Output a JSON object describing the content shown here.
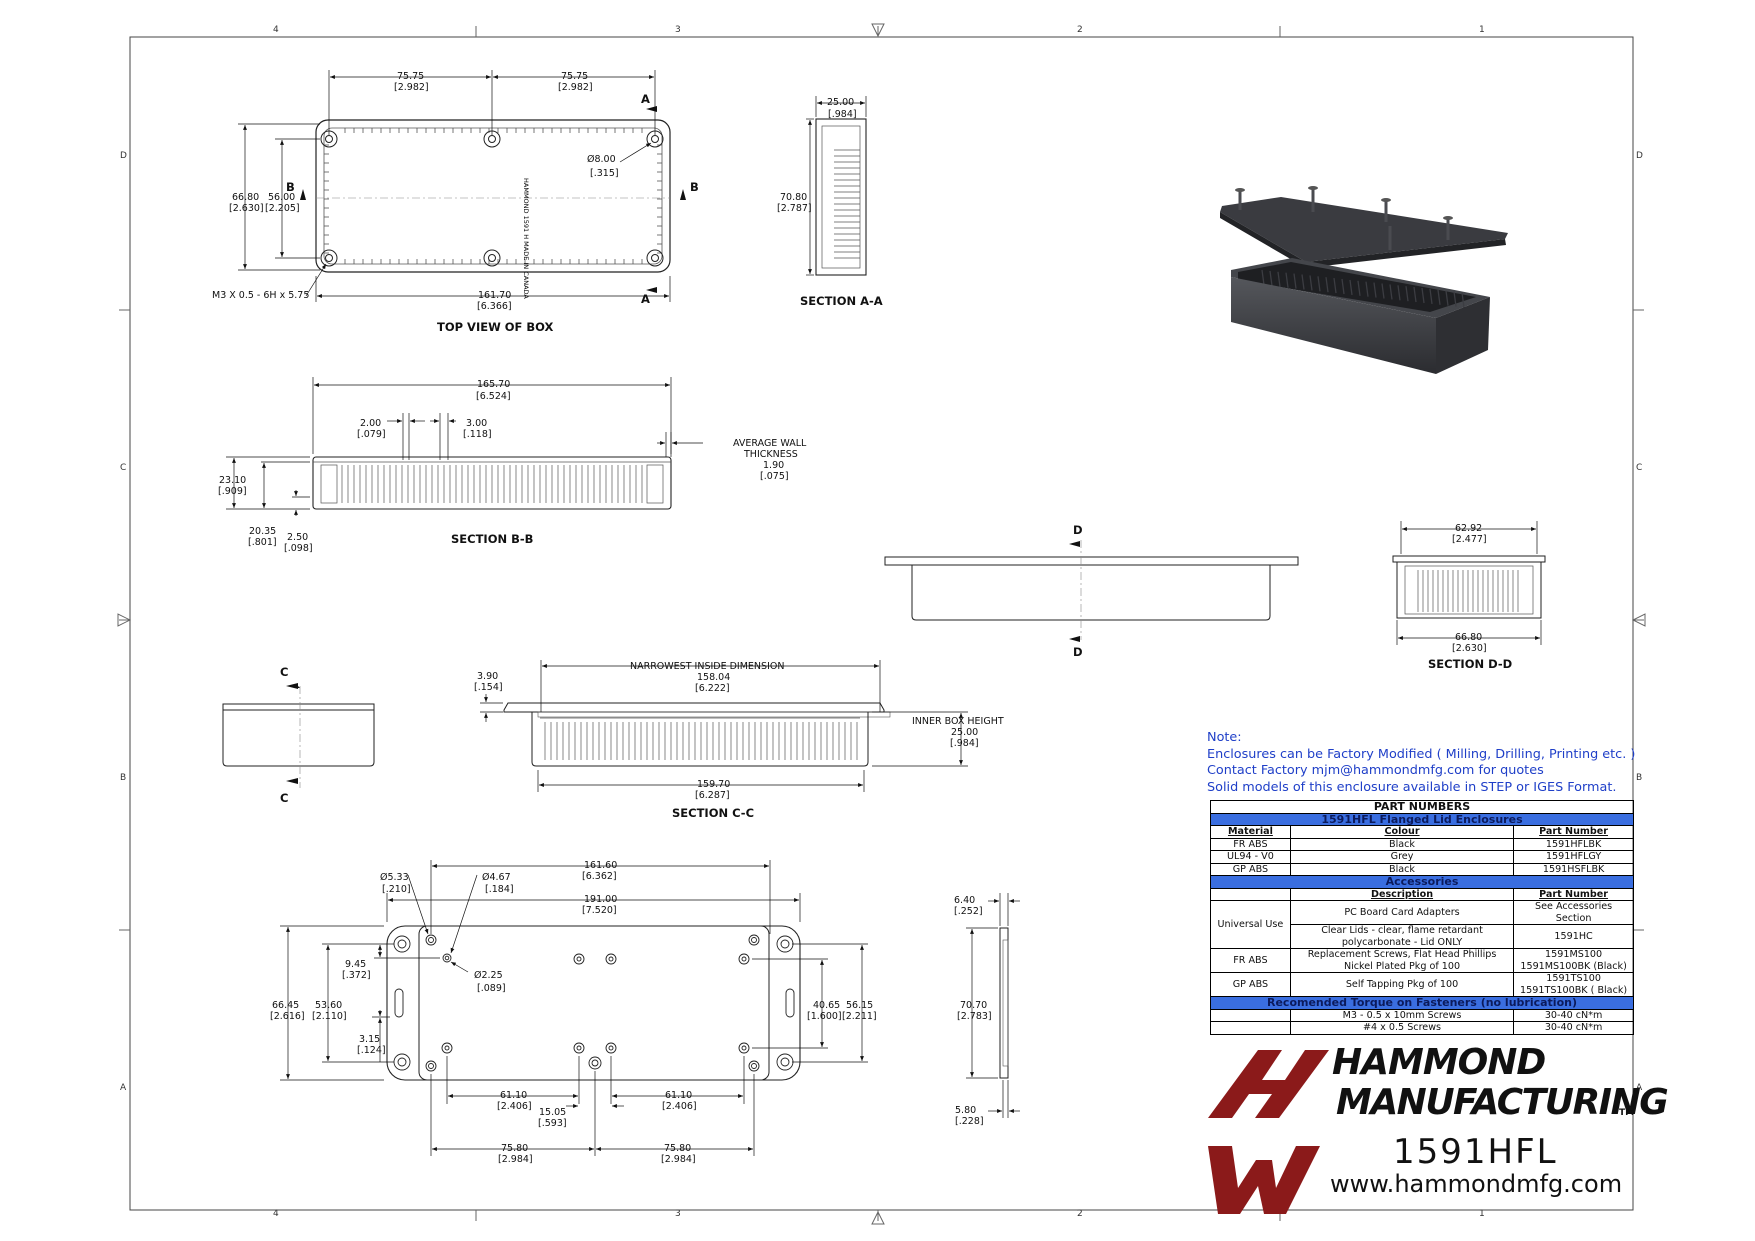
{
  "zones": {
    "top": [
      "4",
      "3",
      "2",
      "1"
    ],
    "side": [
      "D",
      "C",
      "B",
      "A"
    ]
  },
  "views": {
    "top": {
      "title": "TOP VIEW OF BOX",
      "d1": "75.75",
      "d1i": "[2.982]",
      "d2": "75.75",
      "d2i": "[2.982]",
      "d3": "66.80",
      "d3i": "[2.630]",
      "d4": "56.00",
      "d4i": "[2.205]",
      "d5": "Ø8.00",
      "d5i": "[.315]",
      "d6": "161.70",
      "d6i": "[6.366]",
      "thread": "M3 X 0.5 - 6H x 5.75",
      "secA": "A",
      "secB": "B",
      "mold": "HAMMOND 1591 H MADE IN CANADA"
    },
    "aa": {
      "title": "SECTION  A-A",
      "d1": "25.00",
      "d1i": "[.984]",
      "d2": "70.80",
      "d2i": "[2.787]"
    },
    "bb": {
      "title": "SECTION  B-B",
      "d1": "165.70",
      "d1i": "[6.524]",
      "d2": "2.00",
      "d2i": "[.079]",
      "d3": "3.00",
      "d3i": "[.118]",
      "wall1": "AVERAGE WALL",
      "wall2": "THICKNESS",
      "wall3": "1.90",
      "wall4": "[.075]",
      "d4": "23.10",
      "d4i": "[.909]",
      "d5": "20.35",
      "d5i": "[.801]",
      "d6": "2.50",
      "d6i": "[.098]"
    },
    "dd": {
      "title": "SECTION  D-D",
      "d1": "62.92",
      "d1i": "[2.477]",
      "d2": "66.80",
      "d2i": "[2.630]",
      "secD": "D"
    },
    "cc": {
      "title": "SECTION  C-C",
      "secC": "C",
      "d1": "NARROWEST INSIDE DIMENSION",
      "d1v": "158.04",
      "d1i": "[6.222]",
      "d2": "3.90",
      "d2i": "[.154]",
      "h1": "INNER BOX HEIGHT",
      "h2": "25.00",
      "h3": "[.984]",
      "d3": "159.70",
      "d3i": "[6.287]"
    },
    "bottom": {
      "d1": "Ø5.33",
      "d1i": "[.210]",
      "d2": "Ø4.67",
      "d2i": "[.184]",
      "d3": "161.60",
      "d3i": "[6.362]",
      "d4": "191.00",
      "d4i": "[7.520]",
      "d5": "Ø2.25",
      "d5i": "[.089]",
      "d6": "9.45",
      "d6i": "[.372]",
      "d7": "66.45",
      "d7i": "[2.616]",
      "d8": "53.60",
      "d8i": "[2.110]",
      "d9": "3.15",
      "d9i": "[.124]",
      "d10": "40.65",
      "d10i": "[1.600]",
      "d11": "56.15",
      "d11i": "[2.211]",
      "d12": "61.10",
      "d12i": "[2.406]",
      "d13": "15.05",
      "d13i": "[.593]",
      "d14": "61.10",
      "d14i": "[2.406]",
      "d15": "75.80",
      "d15i": "[2.984]",
      "d16": "75.80",
      "d16i": "[2.984]"
    },
    "side": {
      "d1": "6.40",
      "d1i": "[.252]",
      "d2": "70.70",
      "d2i": "[2.783]",
      "d3": "5.80",
      "d3i": "[.228]"
    }
  },
  "note": {
    "line1": "Note:",
    "line2": "Enclosures can be Factory Modified ( Milling, Drilling, Printing etc. )",
    "line3": "Contact Factory        mjm@hammondmfg.com for quotes",
    "line4": "Solid models of this enclosure available in STEP or IGES Format."
  },
  "parts": {
    "title": "PART NUMBERS",
    "section1": "1591HFL Flanged Lid Enclosures",
    "h_material": "Material",
    "h_colour": "Colour",
    "h_part": "Part Number",
    "rows": [
      {
        "material": "FR ABS",
        "colour": "Black",
        "part": "1591HFLBK"
      },
      {
        "material": "UL94 - V0",
        "colour": "Grey",
        "part": "1591HFLGY"
      },
      {
        "material": "GP ABS",
        "colour": "Black",
        "part": "1591HSFLBK"
      }
    ],
    "section2": "Accessories",
    "h_desc": "Description",
    "h_part2": "Part Number",
    "acc": {
      "universal": "Universal Use",
      "a1_desc": "PC Board Card Adapters",
      "a1_part": "See Accessories Section",
      "a2_desc": "Clear Lids - clear, flame retardant polycarbonate - Lid ONLY",
      "a2_part": "1591HC",
      "fr": "FR ABS",
      "a3_desc": "Replacement Screws, Flat Head Phillips Nickel Plated Pkg of 100",
      "a3_part1": "1591MS100",
      "a3_part2": "1591MS100BK (Black)",
      "gp": "GP ABS",
      "a4_desc": "Self Tapping Pkg of 100",
      "a4_part1": "1591TS100",
      "a4_part2": "1591TS100BK ( Black)"
    },
    "section3": "Recomended Torque on Fasteners (no lubrication)",
    "t1": "M3 - 0.5 x 10mm Screws",
    "t1v": "30-40 cN*m",
    "t2": "#4 x 0.5 Screws",
    "t2v": "30-40 cN*m"
  },
  "brand": {
    "line1": "HAMMOND",
    "line2": "MANUFACTURING",
    "tm": "TM",
    "model": "1591HFL",
    "url": "www.hammondmfg.com",
    "logo_color": "#8b1a1a"
  }
}
